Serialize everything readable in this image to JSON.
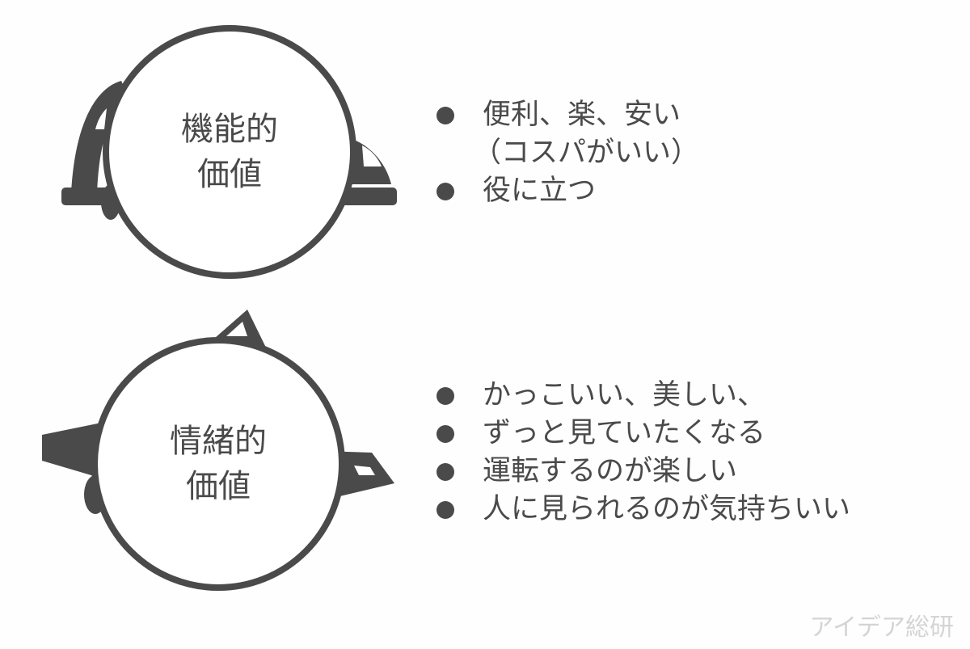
{
  "functional": {
    "label_line1": "機能的",
    "label_line2": "価値",
    "icon": "clothes-iron-icon",
    "bullets": [
      {
        "line1": "便利、楽、安い",
        "line2": "（コスパがいい）"
      },
      {
        "line1": "役に立つ",
        "line2": ""
      }
    ]
  },
  "emotional": {
    "label_line1": "情緒的",
    "label_line2": "価値",
    "icon": "sports-car-icon",
    "bullets": [
      {
        "text": "かっこいい、美しい、"
      },
      {
        "text": "ずっと見ていたくなる"
      },
      {
        "text": "運転するのが楽しい"
      },
      {
        "text": "人に見られるのが気持ちいい"
      }
    ]
  },
  "watermark": "アイデア総研",
  "colors": {
    "ink": "#4a4a4a",
    "circle_fill": "#ffffff",
    "watermark": "#d4d4d4"
  }
}
